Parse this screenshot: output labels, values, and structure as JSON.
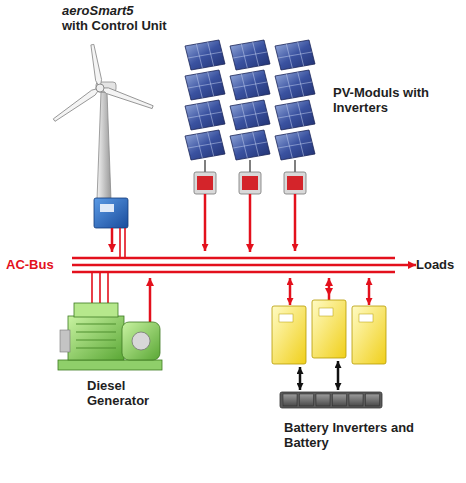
{
  "diagram": {
    "nodes": [
      {
        "text": [
          "aeroSmart5",
          "with Control Unit"
        ]
      },
      {
        "text": [
          "PV-Moduls with Inverters"
        ]
      },
      {
        "text": [
          "AC-Bus"
        ]
      },
      {
        "text": [
          "Loads"
        ]
      },
      {
        "text": [
          "Diesel Generator"
        ]
      },
      {
        "text": [
          "Battery Inverters and Battery"
        ]
      }
    ],
    "edges": [
      {
        "from": 0,
        "to": 2,
        "arrow": "to"
      },
      {
        "from": 1,
        "to": 2,
        "arrow": "to"
      },
      {
        "from": 4,
        "to": 2,
        "arrow": "to"
      },
      {
        "from": 2,
        "to": 5,
        "arrow": "both"
      },
      {
        "from": 2,
        "to": 3,
        "arrow": "to"
      }
    ]
  }
}
